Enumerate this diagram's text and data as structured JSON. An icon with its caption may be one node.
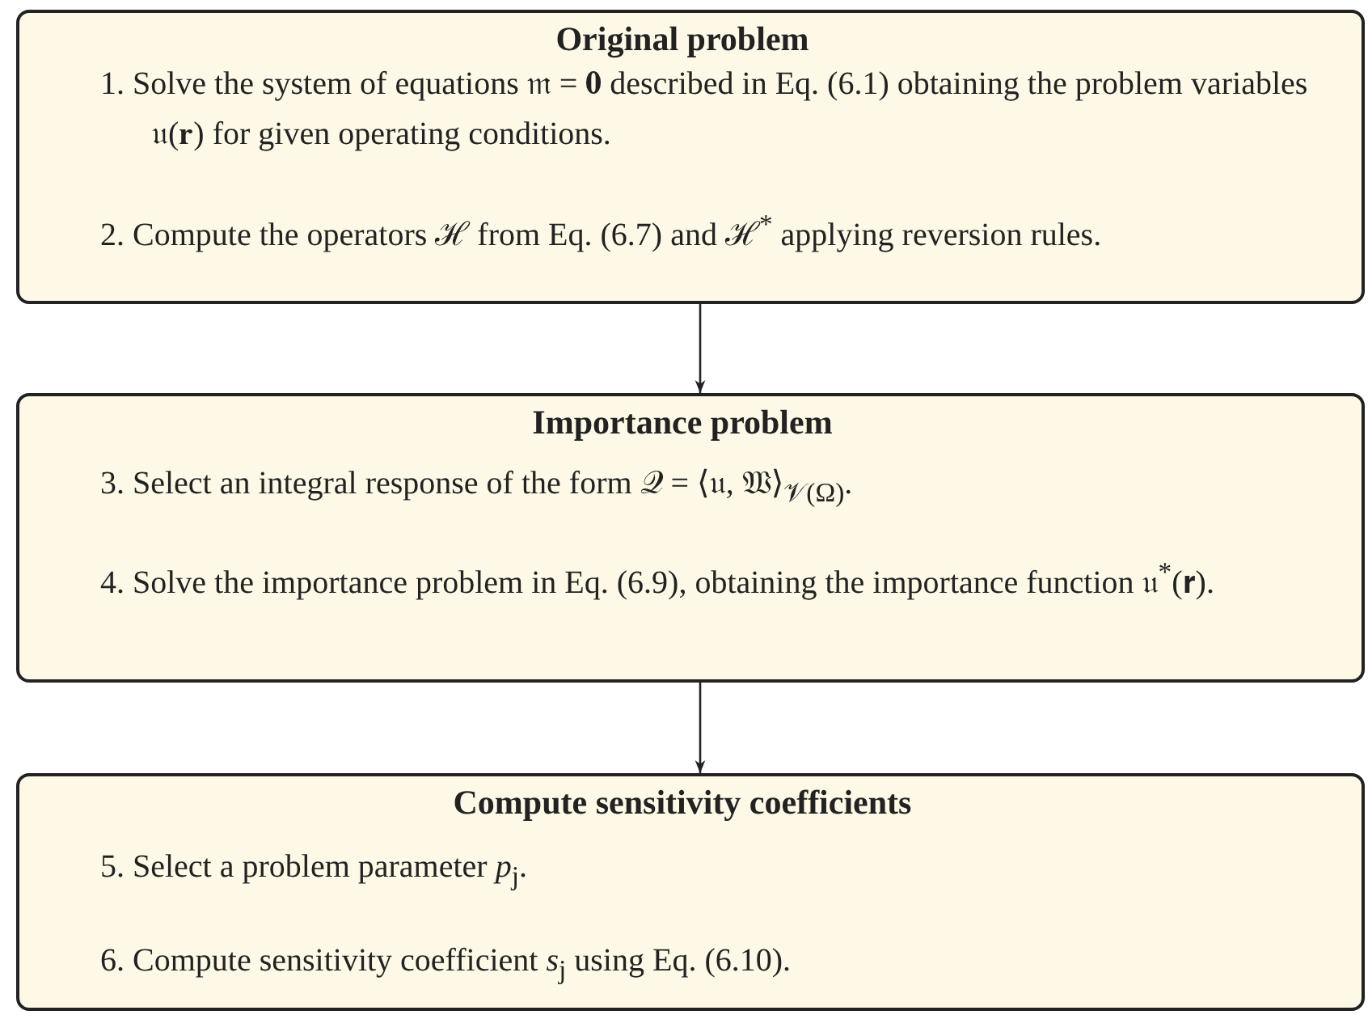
{
  "diagram": {
    "nodes": [
      {
        "text": [
          "Original problem",
          "1. Solve the system of equations 𝔪 = 𝟎 described in Eq. (6.1) obtaining the problem variables 𝔲(𝐫) for given operating conditions.",
          "2. Compute the operators ℋ from Eq. (6.7) and ℋ$^{*}$ applying reversion rules."
        ]
      },
      {
        "text": [
          "Importance problem",
          "3. Select an integral response of the form 𝒬 = ⟨𝔲, 𝔚⟩$_{𝒱(Ω)}$.",
          "4. Solve the importance problem in Eq. (6.9), obtaining the importance function 𝔲$^{*}$(𝐫)."
        ]
      },
      {
        "text": [
          "Compute sensitivity coefficients",
          "5. Select a problem parameter *p*$_{j}$.",
          "6. Compute sensitivity coefficient *s*$_{j}$ using Eq. (6.10)."
        ]
      }
    ],
    "edges": [
      {
        "from": 0,
        "to": 1,
        "arrow": "to"
      },
      {
        "from": 1,
        "to": 2,
        "arrow": "to"
      }
    ]
  }
}
